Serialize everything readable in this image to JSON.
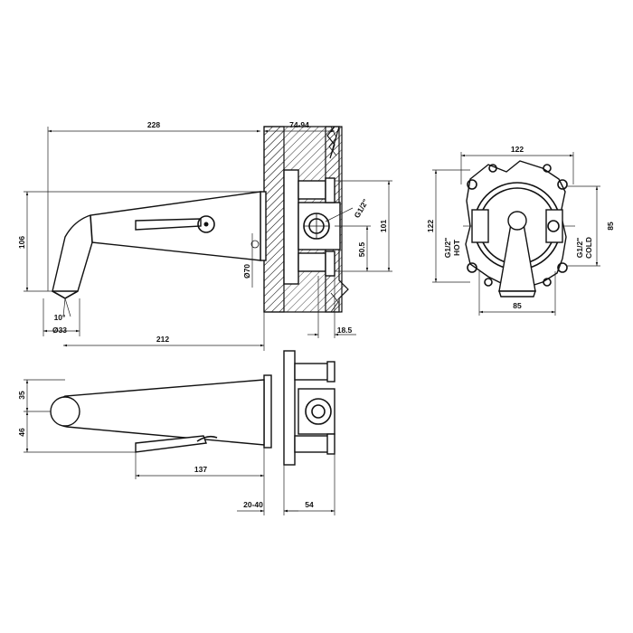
{
  "dimensions": {
    "front_view": {
      "spout_length": "228",
      "wall_depth_range": "74-94",
      "height": "106",
      "spout_angle": "10°",
      "outlet_diameter": "Ø33",
      "projection": "212",
      "rosette_diameter": "Ø70",
      "connection": "G1/2\"",
      "valve_height": "101",
      "valve_offset": "50.5",
      "wall_step": "18.5"
    },
    "bottom_view": {
      "upper_height": "35",
      "lower_height": "46",
      "lever_length": "137",
      "wall_range": "20-40",
      "body_depth": "54"
    },
    "side_view": {
      "width_top": "122",
      "height_left": "122",
      "height_right": "85",
      "width_bottom": "85",
      "hot_connection": "G1/2\"",
      "hot_label": "HOT",
      "cold_connection": "G1/2\"",
      "cold_label": "COLD"
    }
  }
}
